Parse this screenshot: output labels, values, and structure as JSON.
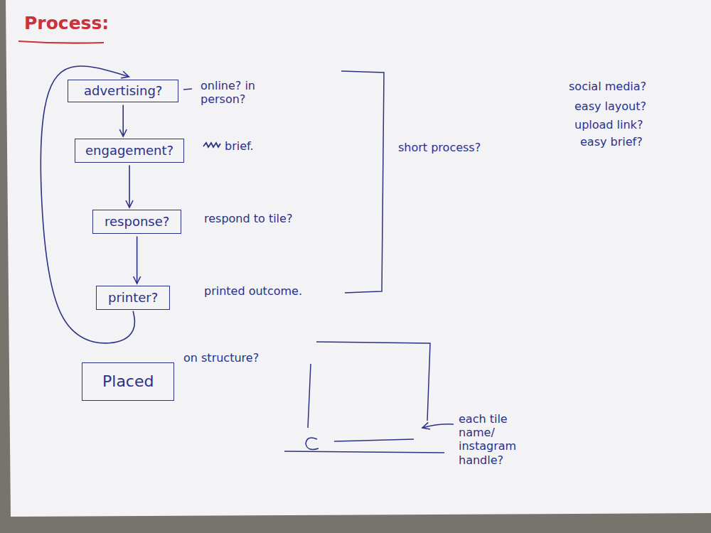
{
  "diagram": {
    "title": "Process:",
    "nodes": [
      {
        "text": [
          "advertising?"
        ]
      },
      {
        "text": [
          "engagement?"
        ]
      },
      {
        "text": [
          "response?"
        ]
      },
      {
        "text": [
          "printer?"
        ]
      },
      {
        "text": [
          "Placed"
        ]
      }
    ],
    "edges": [
      {
        "from": 0,
        "to": 1,
        "arrow": "to"
      },
      {
        "from": 1,
        "to": 2,
        "arrow": "to"
      },
      {
        "from": 2,
        "to": 3,
        "arrow": "to"
      },
      {
        "from": 3,
        "to": 0,
        "arrow": "to"
      }
    ],
    "labels": [
      "online? in person?",
      "brief.",
      "respond to tile?",
      "printed outcome.",
      "on structure?",
      "short process?",
      "social media?",
      "easy layout?",
      "upload link?",
      "easy brief?",
      "each tile name/ instagram handle?"
    ]
  }
}
